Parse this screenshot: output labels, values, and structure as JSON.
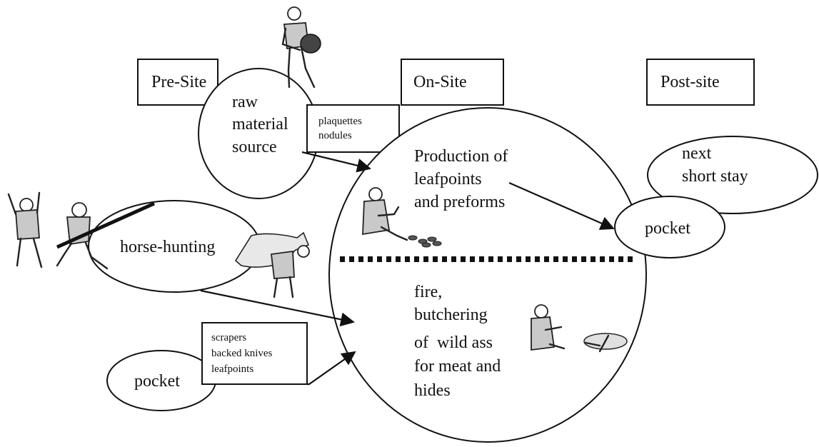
{
  "headers": {
    "pre_site": "Pre-Site",
    "on_site": "On-Site",
    "post_site": "Post-site"
  },
  "raw_material": {
    "lines": [
      "raw",
      "material",
      "source"
    ]
  },
  "plaquettes_box": {
    "lines": [
      "plaquettes",
      "nodules"
    ]
  },
  "horse_hunting": {
    "label": "horse-hunting"
  },
  "pocket_left": {
    "label": "pocket",
    "box_lines": [
      "scrapers",
      "backed knives",
      "leafpoints"
    ]
  },
  "production": {
    "lines": [
      "Production of",
      "leafpoints",
      "and preforms"
    ]
  },
  "butchering": {
    "lines": [
      "fire,",
      "butchering",
      "of  wild ass",
      "for meat and",
      "hides"
    ]
  },
  "next_stay": {
    "lines": [
      "next",
      "short stay"
    ]
  },
  "pocket_right": {
    "label": "pocket"
  },
  "icons": [
    "carrying-figure-icon",
    "hunter-figures-icon",
    "horse-figure-icon",
    "knapper-figure-icon",
    "butcher-figure-icon"
  ],
  "colors": {
    "ink": "#111111",
    "figure_fill": "#c9c9c9",
    "background": "#ffffff"
  }
}
